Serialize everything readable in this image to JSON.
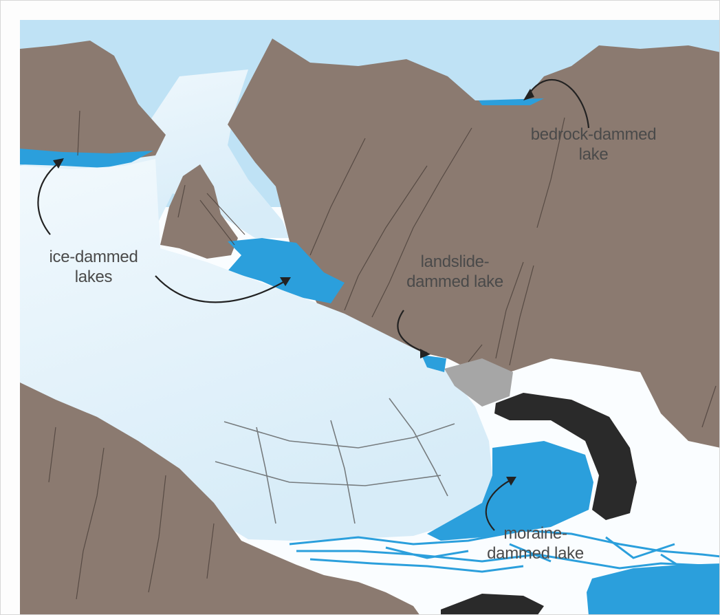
{
  "labels": {
    "bedrock": {
      "line1": "bedrock-dammed",
      "line2": "lake"
    },
    "ice": {
      "line1": "ice-dammed",
      "line2": "lakes"
    },
    "landslide": {
      "line1": "landslide-",
      "line2": "dammed lake"
    },
    "moraine": {
      "line1": "moraine-",
      "line2": "dammed lake"
    }
  },
  "colors": {
    "sky": "#bfe2f5",
    "rock": "#8b7a70",
    "glacier": "#e2f1fa",
    "water": "#2b9fdc",
    "moraine": "#2a2a2a",
    "landslide_debris": "#a6a6a6",
    "outwash": "#ffffff"
  }
}
